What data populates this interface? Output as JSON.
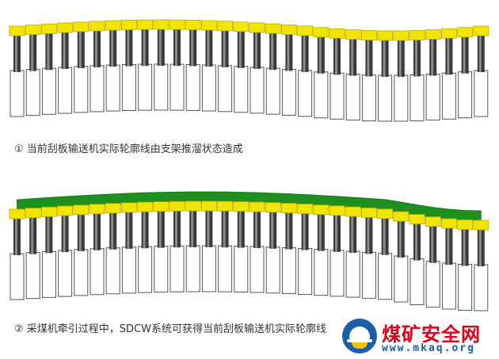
{
  "captions": {
    "top": "① 当前刮板输送机实际轮廓线由支架推溜状态造成",
    "bottom": "② 采煤机牵引过程中，SDCW系统可获得当前刮板输送机实际轮廓线"
  },
  "watermark": {
    "title": "煤矿安全网",
    "url": "www.mkaq.org",
    "icon": "miner-helmet-icon"
  },
  "colors": {
    "cap": "#f2e600",
    "rod": "#3a3a3a",
    "cylinder_border": "#555555",
    "profile_bar": "#1f8f1f",
    "title_red": "#d9001b",
    "url_blue": "#1a5fa8"
  }
}
